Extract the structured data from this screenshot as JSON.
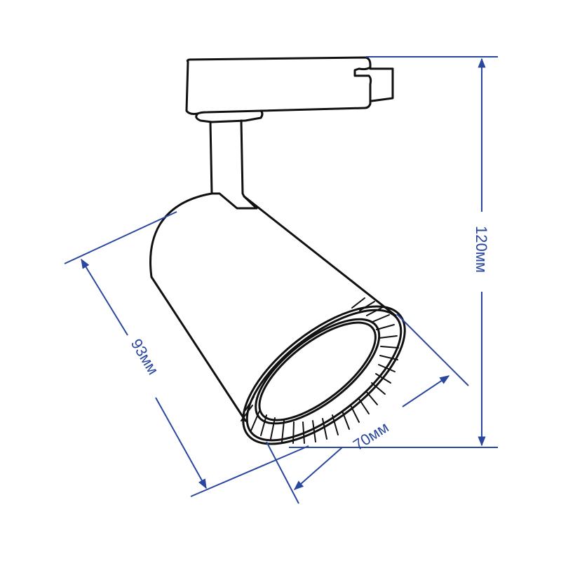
{
  "diagram": {
    "subject": "track spotlight fixture",
    "colors": {
      "outline": "#111111",
      "dimension": "#2a47a0",
      "background": "#ffffff"
    },
    "dimensions": {
      "height": {
        "label": "120мм"
      },
      "length": {
        "label": "93мм"
      },
      "diameter": {
        "label": "70мм"
      }
    }
  }
}
